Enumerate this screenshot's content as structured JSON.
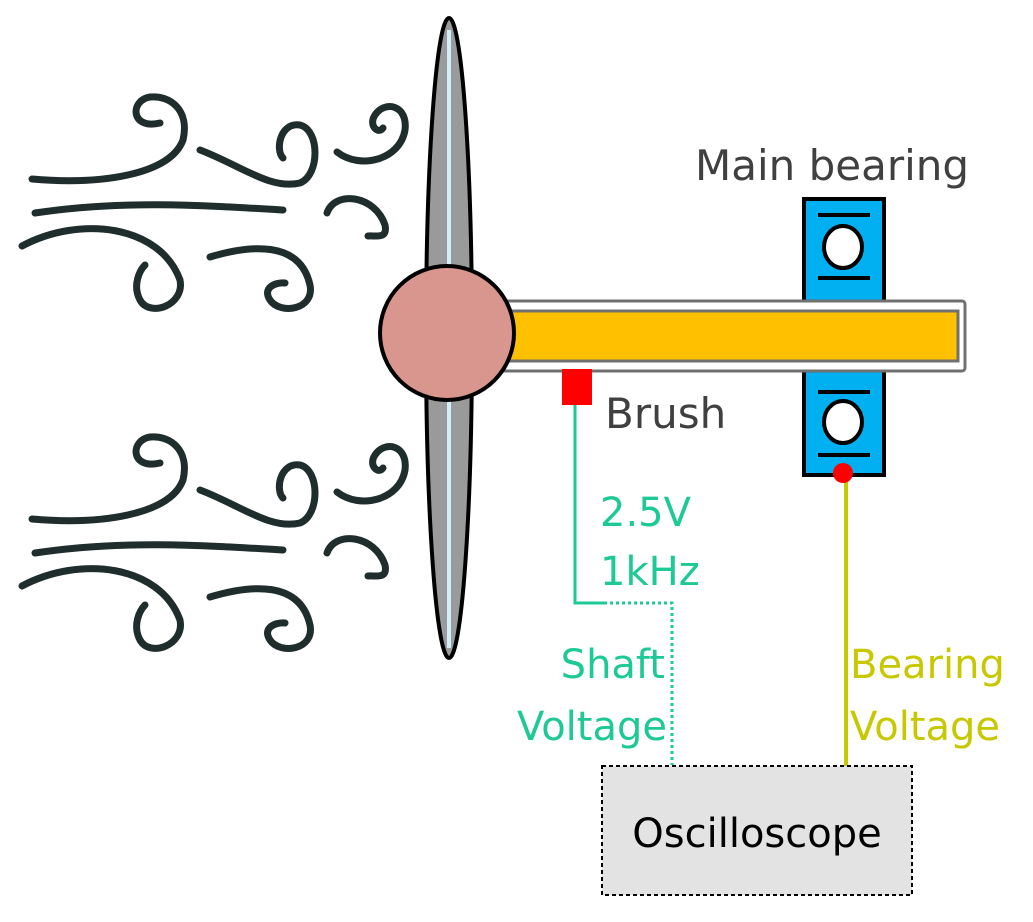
{
  "labels": {
    "main_bearing": "Main bearing",
    "brush": "Brush",
    "signal_voltage": "2.5V",
    "signal_frequency": "1kHz",
    "shaft_voltage_line1": "Shaft",
    "shaft_voltage_line2": "Voltage",
    "bearing_voltage_line1": "Bearing",
    "bearing_voltage_line2": "Voltage",
    "oscilloscope": "Oscilloscope"
  },
  "colors": {
    "hub": "#D9968E",
    "shaft": "#FFC000",
    "bearing": "#00B0F0",
    "brush": "#FF0000",
    "shaft_signal": "#1DC995",
    "bearing_signal": "#C8C800",
    "label_gray": "#404040",
    "wind": "#1F2D2D",
    "oscilloscope_fill": "#E3E3E3"
  }
}
